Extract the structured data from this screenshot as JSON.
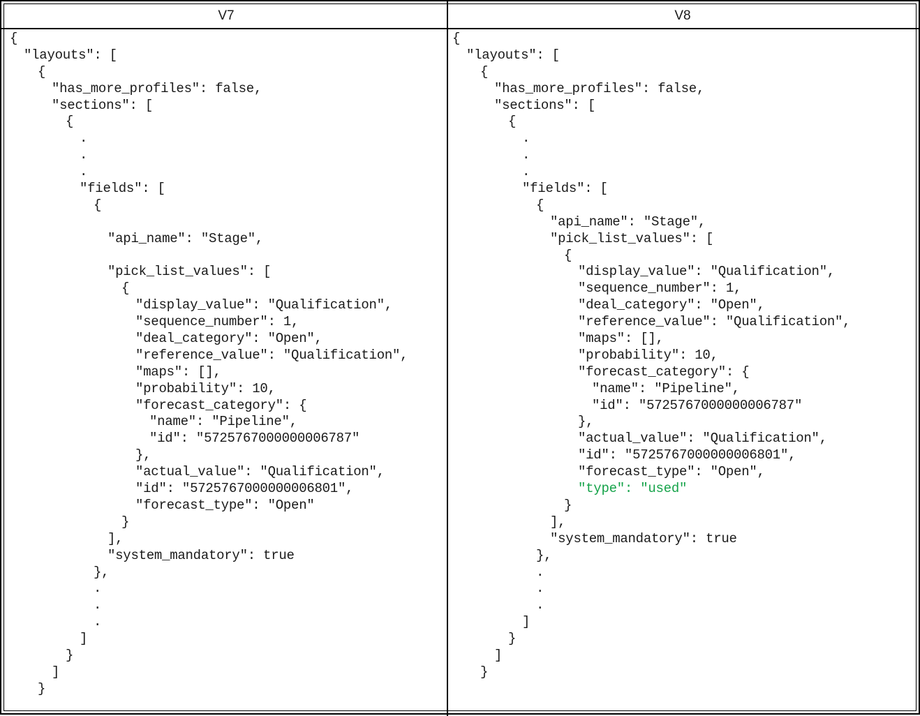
{
  "headers": {
    "left": "V7",
    "right": "V8"
  },
  "colors": {
    "text": "#1a1a1a",
    "border": "#000000",
    "added": "#16a34a"
  },
  "v7": [
    {
      "indent": 0,
      "text": "{"
    },
    {
      "indent": 1,
      "text": "\"layouts\": ["
    },
    {
      "indent": 2,
      "text": "{"
    },
    {
      "indent": 3,
      "text": "\"has_more_profiles\": false,"
    },
    {
      "indent": 3,
      "text": "\"sections\": ["
    },
    {
      "indent": 4,
      "text": "{"
    },
    {
      "indent": 5,
      "text": "."
    },
    {
      "indent": 5,
      "text": "."
    },
    {
      "indent": 5,
      "text": "."
    },
    {
      "indent": 5,
      "text": "\"fields\": ["
    },
    {
      "indent": 6,
      "text": "{"
    },
    {
      "indent": 0,
      "text": ""
    },
    {
      "indent": 7,
      "text": "\"api_name\": \"Stage\","
    },
    {
      "indent": 0,
      "text": ""
    },
    {
      "indent": 7,
      "text": "\"pick_list_values\": ["
    },
    {
      "indent": 8,
      "text": "{"
    },
    {
      "indent": 9,
      "text": "\"display_value\": \"Qualification\","
    },
    {
      "indent": 9,
      "text": "\"sequence_number\": 1,"
    },
    {
      "indent": 9,
      "text": "\"deal_category\": \"Open\","
    },
    {
      "indent": 9,
      "text": "\"reference_value\": \"Qualification\","
    },
    {
      "indent": 9,
      "text": "\"maps\": [],"
    },
    {
      "indent": 9,
      "text": "\"probability\": 10,"
    },
    {
      "indent": 9,
      "text": "\"forecast_category\": {"
    },
    {
      "indent": 10,
      "text": "\"name\": \"Pipeline\","
    },
    {
      "indent": 10,
      "text": "\"id\": \"5725767000000006787\""
    },
    {
      "indent": 9,
      "text": "},"
    },
    {
      "indent": 9,
      "text": "\"actual_value\": \"Qualification\","
    },
    {
      "indent": 9,
      "text": "\"id\": \"5725767000000006801\","
    },
    {
      "indent": 9,
      "text": "\"forecast_type\": \"Open\""
    },
    {
      "indent": 8,
      "text": "}"
    },
    {
      "indent": 7,
      "text": "],"
    },
    {
      "indent": 7,
      "text": "\"system_mandatory\": true"
    },
    {
      "indent": 6,
      "text": "},"
    },
    {
      "indent": 6,
      "text": "."
    },
    {
      "indent": 6,
      "text": "."
    },
    {
      "indent": 6,
      "text": "."
    },
    {
      "indent": 5,
      "text": "]"
    },
    {
      "indent": 4,
      "text": "}"
    },
    {
      "indent": 3,
      "text": "]"
    },
    {
      "indent": 2,
      "text": "}"
    }
  ],
  "v8": [
    {
      "indent": 0,
      "text": "{"
    },
    {
      "indent": 1,
      "text": "\"layouts\": ["
    },
    {
      "indent": 2,
      "text": "{"
    },
    {
      "indent": 3,
      "text": "\"has_more_profiles\": false,"
    },
    {
      "indent": 3,
      "text": "\"sections\": ["
    },
    {
      "indent": 4,
      "text": "{"
    },
    {
      "indent": 5,
      "text": "."
    },
    {
      "indent": 5,
      "text": "."
    },
    {
      "indent": 5,
      "text": "."
    },
    {
      "indent": 5,
      "text": "\"fields\": ["
    },
    {
      "indent": 6,
      "text": "{"
    },
    {
      "indent": 7,
      "text": "\"api_name\": \"Stage\","
    },
    {
      "indent": 7,
      "text": "\"pick_list_values\": ["
    },
    {
      "indent": 8,
      "text": "{"
    },
    {
      "indent": 9,
      "text": "\"display_value\": \"Qualification\","
    },
    {
      "indent": 9,
      "text": "\"sequence_number\": 1,"
    },
    {
      "indent": 9,
      "text": "\"deal_category\": \"Open\","
    },
    {
      "indent": 9,
      "text": "\"reference_value\": \"Qualification\","
    },
    {
      "indent": 9,
      "text": "\"maps\": [],"
    },
    {
      "indent": 9,
      "text": "\"probability\": 10,"
    },
    {
      "indent": 9,
      "text": "\"forecast_category\": {"
    },
    {
      "indent": 10,
      "text": "\"name\": \"Pipeline\","
    },
    {
      "indent": 10,
      "text": "\"id\": \"5725767000000006787\""
    },
    {
      "indent": 9,
      "text": "},"
    },
    {
      "indent": 9,
      "text": "\"actual_value\": \"Qualification\","
    },
    {
      "indent": 9,
      "text": "\"id\": \"5725767000000006801\","
    },
    {
      "indent": 9,
      "text": "\"forecast_type\": \"Open\","
    },
    {
      "indent": 9,
      "text": "\"type\": \"used\"",
      "added": true
    },
    {
      "indent": 8,
      "text": "}"
    },
    {
      "indent": 7,
      "text": "],"
    },
    {
      "indent": 7,
      "text": "\"system_mandatory\": true"
    },
    {
      "indent": 6,
      "text": "},"
    },
    {
      "indent": 6,
      "text": "."
    },
    {
      "indent": 6,
      "text": "."
    },
    {
      "indent": 6,
      "text": "."
    },
    {
      "indent": 5,
      "text": "]"
    },
    {
      "indent": 4,
      "text": "}"
    },
    {
      "indent": 3,
      "text": "]"
    },
    {
      "indent": 2,
      "text": "}"
    }
  ]
}
